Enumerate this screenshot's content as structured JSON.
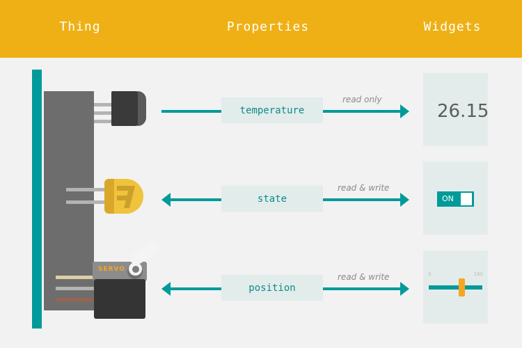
{
  "header": {
    "columns": [
      {
        "label": "Thing"
      },
      {
        "label": "Properties"
      },
      {
        "label": "Widgets"
      }
    ],
    "background_color": "#efb015",
    "text_color": "#ffffff"
  },
  "colors": {
    "accent_teal": "#009a9a",
    "property_box_bg": "#e2ecea",
    "property_text": "#0d8b8b",
    "widget_bg": "#e4eceb",
    "page_bg": "#f2f2f2",
    "orange": "#f5a623",
    "led_yellow": "#f0c33c"
  },
  "thing": {
    "board_name": "board-rail",
    "devices": [
      {
        "name": "temperature-sensor",
        "label": ""
      },
      {
        "name": "led",
        "label": ""
      },
      {
        "name": "servo",
        "label": "SERVO"
      }
    ]
  },
  "rows": [
    {
      "property": "temperature",
      "access": "read only",
      "inbound_arrow": false,
      "outbound_arrow": true,
      "widget": {
        "type": "value-display",
        "value": "26.15"
      }
    },
    {
      "property": "state",
      "access": "read & write",
      "inbound_arrow": true,
      "outbound_arrow": true,
      "widget": {
        "type": "toggle",
        "value": "ON"
      }
    },
    {
      "property": "position",
      "access": "read & write",
      "inbound_arrow": true,
      "outbound_arrow": true,
      "widget": {
        "type": "slider",
        "min": "0",
        "max": "180"
      }
    }
  ]
}
